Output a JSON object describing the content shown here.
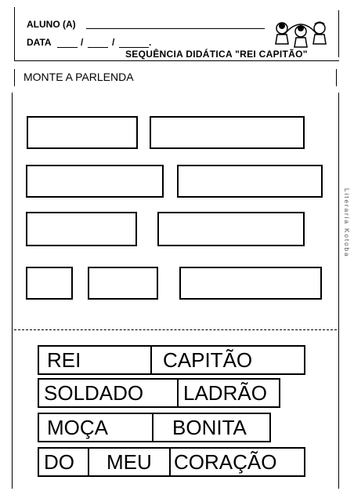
{
  "header": {
    "aluno_label": "ALUNO (A)",
    "data_label": "DATA",
    "slash": "/",
    "data_end": ".",
    "sequence_title": "SEQUÊNCIA DIDÁTICA \"REI CAPITÃO\""
  },
  "activity": {
    "title": "MONTE A PARLENDA"
  },
  "watermark": "Literaria Kotoba",
  "words": {
    "row1": [
      "REI",
      "CAPITÃO"
    ],
    "row2": [
      "SOLDADO",
      "LADRÃO"
    ],
    "row3": [
      "MOÇA",
      "BONITA"
    ],
    "row4": [
      "DO",
      "MEU",
      "CORAÇÃO"
    ]
  }
}
